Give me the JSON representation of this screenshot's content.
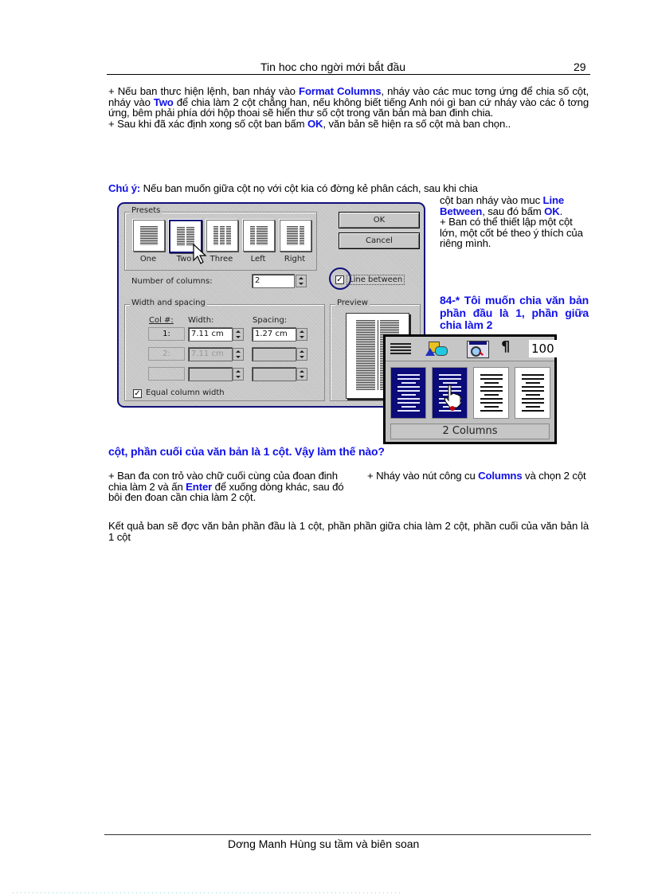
{
  "header": {
    "title": "Tin hoc cho ngời   mới bắt đầu",
    "page_number": "29"
  },
  "paragraph1": {
    "p1_a": "+ Nếu ban thưc hiện lệnh, ban nháy vào ",
    "p1_b": "Format Columns",
    "p1_c": ", nháy vào các muc tơng   ứng để chia số cột, nháy vào ",
    "p1_d": "Two",
    "p1_e": " để chia làm 2 cột chẳng han, nếu không biết tiếng Anh nói gì ban cứ nháy vào các ô tơng   ứng, bêm phải phía dới   hộp thoai sẽ hiển thư số cột trong văn bản mà ban đinh chia.",
    "p2_a": "+ Sau khi đã xác định xong số cột ban bấm ",
    "p2_b": "OK",
    "p2_c": ", văn bản sẽ hiện ra số cột mà ban chọn.."
  },
  "note": {
    "label": "Chú ý:",
    "line1": " Nếu ban muốn giữa cột nọ với cột kia có đờng   kẻ phân cách, sau khi chia",
    "side_a": "cột ban nháy vào muc ",
    "side_b": "Line Between",
    "side_c": ", sau đó bấm ",
    "side_d": "OK",
    "side_e": ".",
    "side2": "+ Ban có thể thiết lập một cột lớn, một  cốt bé theo ý thích của riêng mình."
  },
  "question": {
    "part1": "84-* Tôi muốn chia văn bản phần đầu là 1, phần giữa chia làm 2",
    "part2": "cột, phần cuối của văn bản là 1 cột. Vậy làm thế nào?"
  },
  "dialog": {
    "presets_label": "Presets",
    "presets": [
      {
        "label": "One",
        "cols": 1
      },
      {
        "label": "Two",
        "cols": 2,
        "selected": true
      },
      {
        "label": "Three",
        "cols": 3
      },
      {
        "label": "Left",
        "cols": 2
      },
      {
        "label": "Right",
        "cols": 2
      }
    ],
    "ok_label": "OK",
    "cancel_label": "Cancel",
    "number_of_columns_label": "Number of columns:",
    "number_of_columns_value": "2",
    "line_between_label": "Line between",
    "line_between_checked": true,
    "width_spacing_label": "Width and spacing",
    "col_header": "Col #:",
    "width_header": "Width:",
    "spacing_header": "Spacing:",
    "rows": [
      {
        "col": "1:",
        "width": "7.11 cm",
        "spacing": "1.27 cm",
        "enabled": true
      },
      {
        "col": "2:",
        "width": "7.11 cm",
        "spacing": "",
        "enabled": false
      },
      {
        "col": "",
        "width": "",
        "spacing": "",
        "enabled": false
      }
    ],
    "preview_label": "Preview",
    "equal_width_label": "Equal column width",
    "equal_width_checked": true
  },
  "toolbar_popup": {
    "zoom_value": "100",
    "status": "2 Columns",
    "selected_columns": 2
  },
  "answer": {
    "left_a": "+ Ban đa   con trỏ vào chữ cuối cùng của đoan đinh chia làm 2 và ấn ",
    "left_b": "Enter",
    "left_c": " để xuống dòng khác, sau đó bôi đen đoan cần chia làm 2 cột.",
    "right_a": "+ Nháy vào nút công cu ",
    "right_b": "Columns",
    "right_c": " và chọn 2 cột",
    "result": "Kết quả ban sẽ đợc   văn bản phần đầu là 1 cột, phần phần giữa chia làm 2 cột, phần cuối của văn bản là 1 cột"
  },
  "footer": {
    "text": "Dơng   Manh Hùng su   tầm và biên soan"
  },
  "colors": {
    "highlight_blue": "#1010e8",
    "dialog_border": "#10107a",
    "dialog_bg": "#c6c6c6"
  }
}
